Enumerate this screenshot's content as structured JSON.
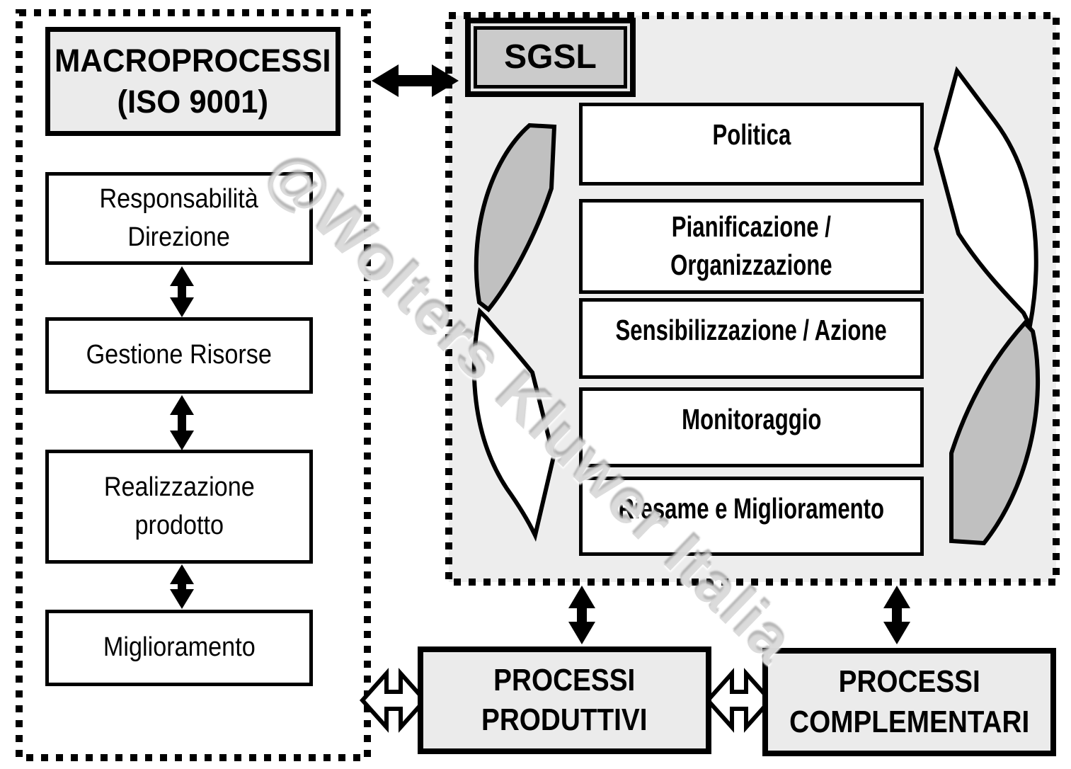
{
  "watermark": "@Wolters Kluwer Italia",
  "colors": {
    "background": "#ffffff",
    "panel_fill": "#ededed",
    "header_box_fill": "#ebebeb",
    "sgsl_title_fill": "#cbcbcb",
    "curved_arrow_gray": "#c0c0c0",
    "line_black": "#000000"
  },
  "left_panel": {
    "header": "MACROPROCESSI\n(ISO 9001)",
    "boxes": [
      "Responsabilità\nDirezione",
      "Gestione Risorse",
      "Realizzazione\nprodotto",
      "Miglioramento"
    ]
  },
  "sgsl_panel": {
    "title": "SGSL",
    "stages": [
      "Politica",
      "Pianificazione /\nOrganizzazione",
      "Sensibilizzazione / Azione",
      "Monitoraggio",
      "Riesame e Miglioramento"
    ]
  },
  "bottom_boxes": [
    "PROCESSI\nPRODUTTIVI",
    "PROCESSI\nCOMPLEMENTARI"
  ]
}
